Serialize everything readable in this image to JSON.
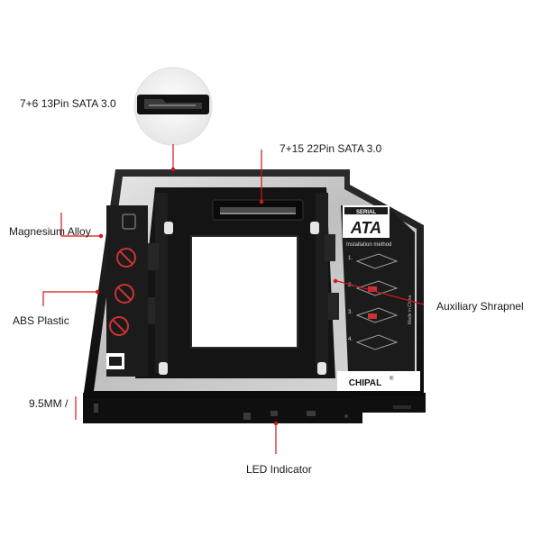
{
  "callouts": {
    "sata_small": "7+6 13Pin SATA 3.0",
    "sata_large": "7+15 22Pin SATA 3.0",
    "magnesium": "Magnesium Alloy",
    "abs": "ABS Plastic",
    "thickness": "9.5MM /",
    "shrapnel": "Auxiliary Shrapnel",
    "led": "LED Indicator"
  },
  "product": {
    "brand": "CHIPAL",
    "reg_mark": "®",
    "badge_top": "SERIAL",
    "badge_main": "ATA",
    "install_title": "Installation method",
    "steps": [
      "1.",
      "2.",
      "3.",
      "4."
    ],
    "made_in": "Made in China"
  },
  "colors": {
    "callout_line": "#d4151c",
    "frame": "#161616",
    "metal": "#c9c9c9"
  }
}
